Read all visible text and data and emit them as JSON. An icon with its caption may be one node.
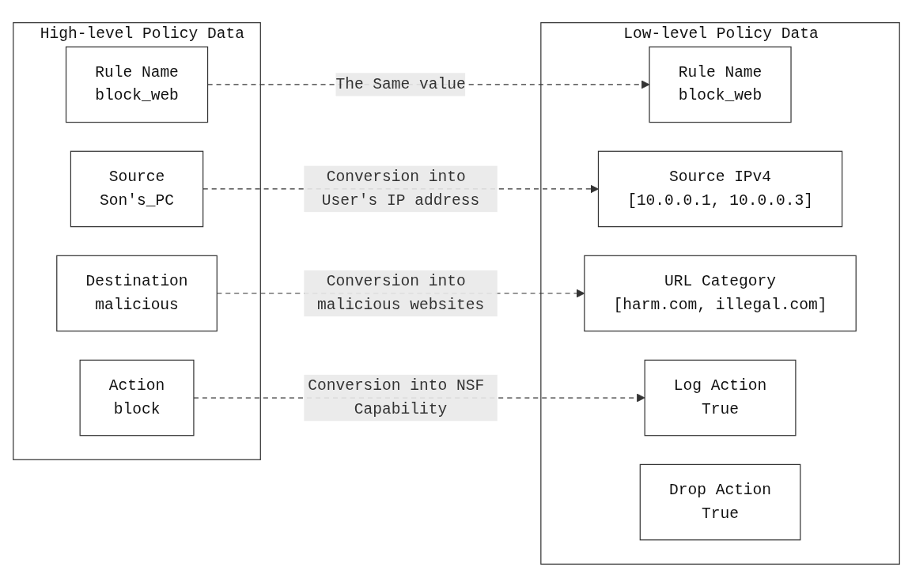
{
  "diagram": {
    "nodes": [
      {
        "text": [
          "High-level Policy Data"
        ]
      },
      {
        "text": [
          "Rule Name",
          "block_web"
        ],
        "in": 0
      },
      {
        "text": [
          "Source",
          "Son's_PC"
        ],
        "in": 0
      },
      {
        "text": [
          "Destination",
          "malicious"
        ],
        "in": 0
      },
      {
        "text": [
          "Action",
          "block"
        ],
        "in": 0
      },
      {
        "text": [
          "Low-level Policy Data"
        ]
      },
      {
        "text": [
          "Rule Name",
          "block_web"
        ],
        "in": 5
      },
      {
        "text": [
          "Source IPv4",
          "[10.0.0.1, 10.0.0.3]"
        ],
        "in": 5
      },
      {
        "text": [
          "URL Category",
          "[harm.com, illegal.com]"
        ],
        "in": 5
      },
      {
        "text": [
          "Log Action",
          "True"
        ],
        "in": 5
      },
      {
        "text": [
          "Drop Action",
          "True"
        ],
        "in": 5
      }
    ],
    "edges": [
      {
        "from": 1,
        "to": 6,
        "arrow": "to",
        "label": "The Same value",
        "style": "dashed"
      },
      {
        "from": 2,
        "to": 7,
        "arrow": "to",
        "label": "Conversion into User's IP address",
        "style": "dashed"
      },
      {
        "from": 3,
        "to": 8,
        "arrow": "to",
        "label": "Conversion into malicious websites",
        "style": "dashed"
      },
      {
        "from": 4,
        "to": 9,
        "arrow": "to",
        "label": "Conversion into NSF Capability",
        "style": "dashed"
      }
    ]
  }
}
